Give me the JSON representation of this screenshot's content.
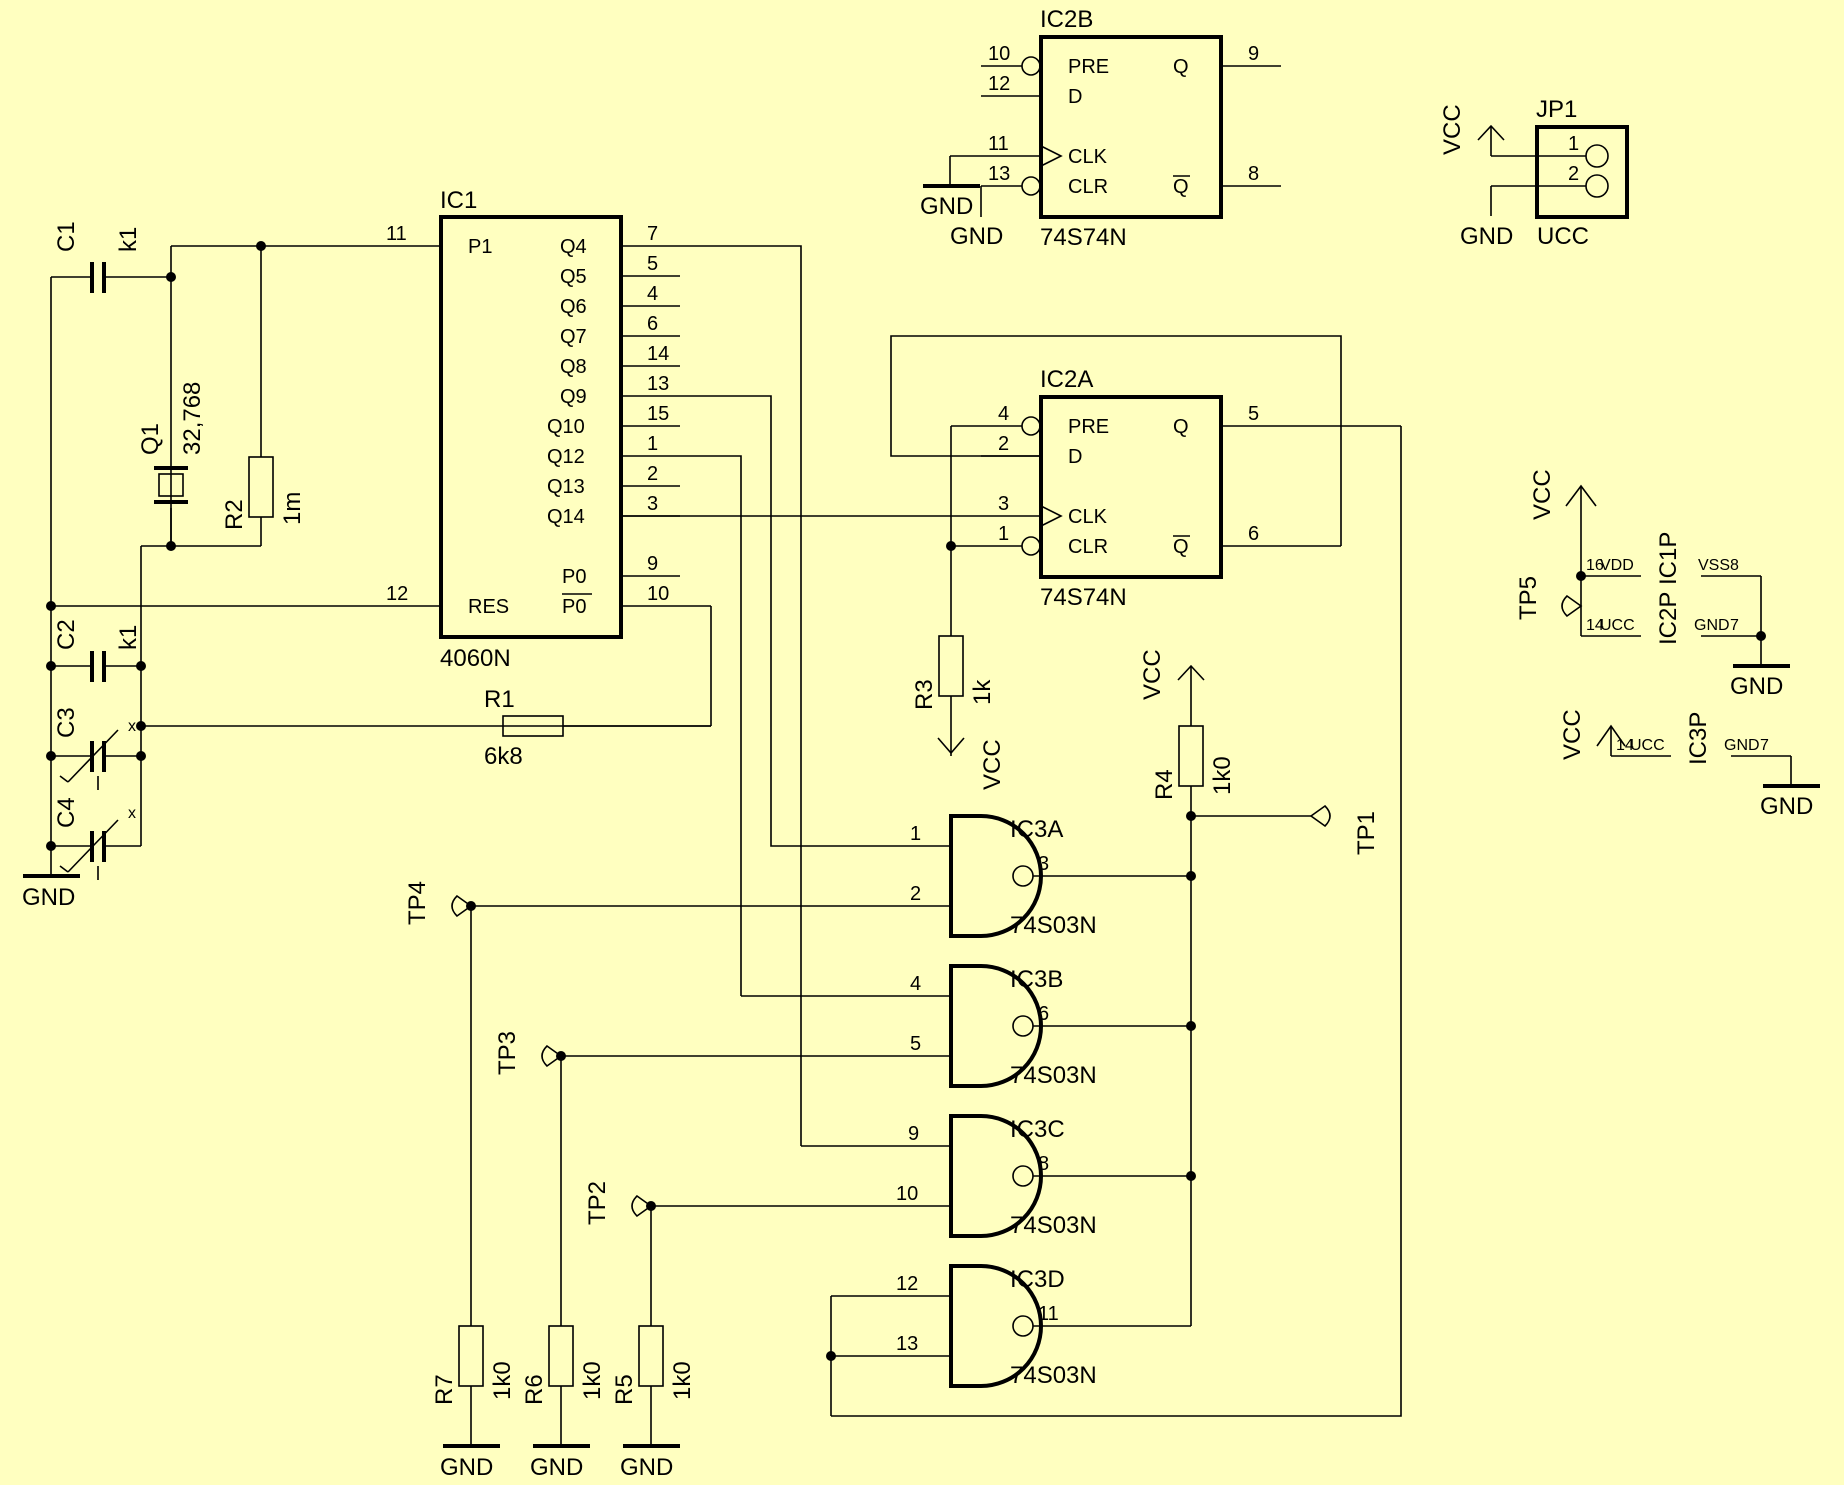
{
  "ic1": {
    "ref": "IC1",
    "value": "4060N",
    "pins_left": [
      {
        "num": "11",
        "name": "P1"
      },
      {
        "num": "12",
        "name": "RES"
      }
    ],
    "pins_right": [
      {
        "num": "7",
        "name": "Q4"
      },
      {
        "num": "5",
        "name": "Q5"
      },
      {
        "num": "4",
        "name": "Q6"
      },
      {
        "num": "6",
        "name": "Q7"
      },
      {
        "num": "14",
        "name": "Q8"
      },
      {
        "num": "13",
        "name": "Q9"
      },
      {
        "num": "15",
        "name": "Q10"
      },
      {
        "num": "1",
        "name": "Q12"
      },
      {
        "num": "2",
        "name": "Q13"
      },
      {
        "num": "3",
        "name": "Q14"
      },
      {
        "num": "9",
        "name": "P0"
      },
      {
        "num": "10",
        "name": "P0"
      }
    ]
  },
  "ic2b": {
    "ref": "IC2B",
    "value": "74S74N",
    "pre": "PRE",
    "d": "D",
    "clk": "CLK",
    "clr": "CLR",
    "q": "Q",
    "qn": "Q",
    "p_pre": "10",
    "p_d": "12",
    "p_clk": "11",
    "p_clr": "13",
    "p_q": "9",
    "p_qn": "8",
    "gnd1": "GND",
    "gnd2": "GND"
  },
  "ic2a": {
    "ref": "IC2A",
    "value": "74S74N",
    "pre": "PRE",
    "d": "D",
    "clk": "CLK",
    "clr": "CLR",
    "q": "Q",
    "qn": "Q",
    "p_pre": "4",
    "p_d": "2",
    "p_clk": "3",
    "p_clr": "1",
    "p_q": "5",
    "p_qn": "6"
  },
  "jp1": {
    "ref": "JP1",
    "p1": "1",
    "p2": "2",
    "vcc": "VCC",
    "gnd": "GND",
    "ucc": "UCC"
  },
  "gates": [
    {
      "ref": "IC3A",
      "value": "74S03N",
      "in1": "1",
      "in2": "2",
      "out": "3"
    },
    {
      "ref": "IC3B",
      "value": "74S03N",
      "in1": "4",
      "in2": "5",
      "out": "6"
    },
    {
      "ref": "IC3C",
      "value": "74S03N",
      "in1": "9",
      "in2": "10",
      "out": "8"
    },
    {
      "ref": "IC3D",
      "value": "74S03N",
      "in1": "12",
      "in2": "13",
      "out": "11"
    }
  ],
  "parts": {
    "c1": {
      "ref": "C1",
      "value": "k1"
    },
    "c2": {
      "ref": "C2",
      "value": "k1"
    },
    "c3": {
      "ref": "C3"
    },
    "c4": {
      "ref": "C4"
    },
    "q1": {
      "ref": "Q1",
      "value": "32,768"
    },
    "r1": {
      "ref": "R1",
      "value": "6k8"
    },
    "r2": {
      "ref": "R2",
      "value": "1m"
    },
    "r3": {
      "ref": "R3",
      "value": "1k"
    },
    "r4": {
      "ref": "R4",
      "value": "1k0"
    },
    "r5": {
      "ref": "R5",
      "value": "1k0"
    },
    "r6": {
      "ref": "R6",
      "value": "1k0"
    },
    "r7": {
      "ref": "R7",
      "value": "1k0"
    },
    "tp1": "TP1",
    "tp2": "TP2",
    "tp3": "TP3",
    "tp4": "TP4",
    "tp5": "TP5"
  },
  "power": {
    "vcc": "VCC",
    "gnd": "GND",
    "x": "x",
    "ic2p": {
      "ref": "IC2P",
      "vdd": "VDD",
      "vss": "VSS",
      "ucc": "UCC",
      "gnd": "GND",
      "p14": "14",
      "p7": "7",
      "p16": "16",
      "p8": "8",
      "ic1p": "IC1P"
    },
    "ic3p": {
      "ref": "IC3P",
      "ucc": "UCC",
      "gnd": "GND",
      "p14": "14",
      "p7": "7"
    }
  }
}
